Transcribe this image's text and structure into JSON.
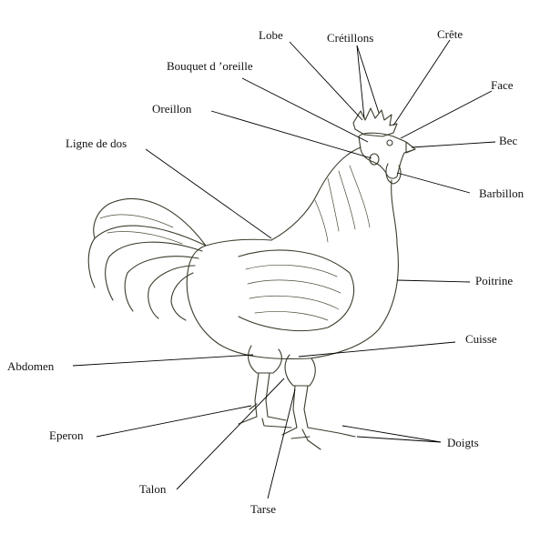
{
  "labels": {
    "lobe": "Lobe",
    "cretillons": "Crétillons",
    "crete": "Crête",
    "bouquet": "Bouquet d ’oreille",
    "face": "Face",
    "oreillon": "Oreillon",
    "bec": "Bec",
    "ligne_de_dos": "Ligne de dos",
    "barbillon": "Barbillon",
    "poitrine": "Poitrine",
    "cuisse": "Cuisse",
    "abdomen": "Abdomen",
    "eperon": "Eperon",
    "doigts": "Doigts",
    "talon": "Talon",
    "tarse": "Tarse"
  }
}
